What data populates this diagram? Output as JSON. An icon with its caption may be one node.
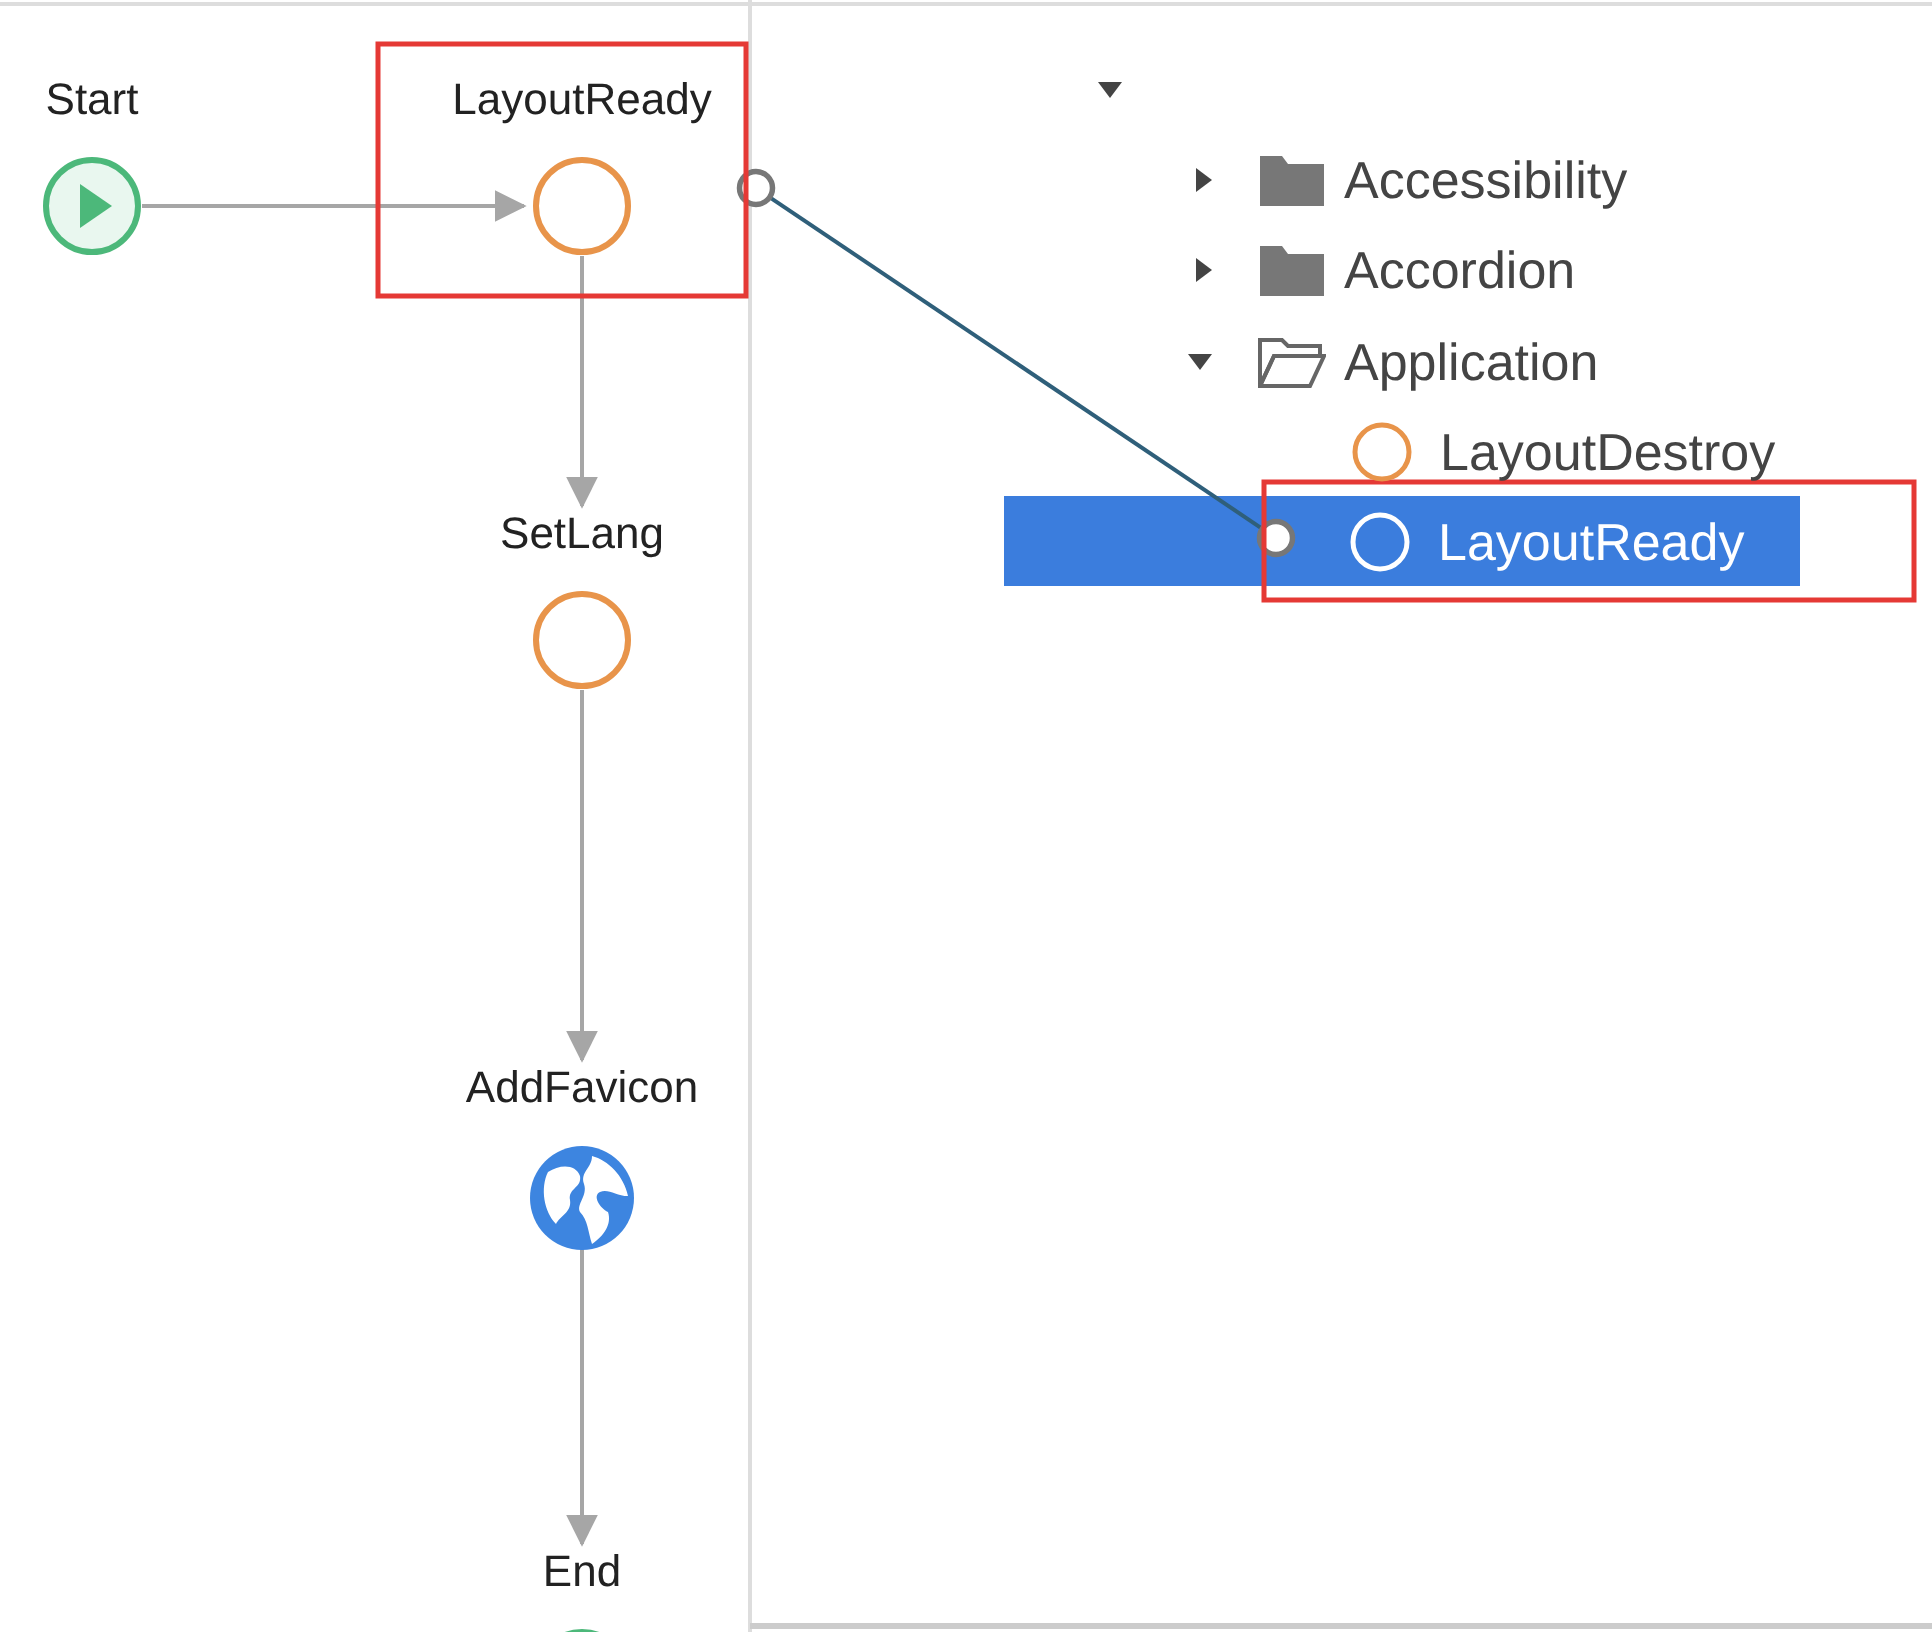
{
  "diagram": {
    "nodes": [
      {
        "text": [
          "Start"
        ]
      },
      {
        "text": [
          "LayoutReady"
        ]
      },
      {
        "text": [
          "SetLang"
        ]
      },
      {
        "text": [
          "AddFavicon"
        ]
      },
      {
        "text": [
          "End"
        ]
      },
      {
        "text": [
          "LayoutDestroy"
        ]
      },
      {
        "text": [
          "LayoutReady"
        ]
      }
    ],
    "edges": [
      {
        "from": 0,
        "to": 1,
        "arrow": "to"
      },
      {
        "from": 1,
        "to": 2,
        "arrow": "to"
      },
      {
        "from": 2,
        "to": 3,
        "arrow": "to"
      },
      {
        "from": 3,
        "to": 4,
        "arrow": "to"
      },
      {
        "from": 1,
        "to": 6,
        "arrow": "other",
        "color": "#2f5f7a"
      }
    ],
    "labels": [
      "Accessibility",
      "Accordion",
      "Application"
    ]
  }
}
